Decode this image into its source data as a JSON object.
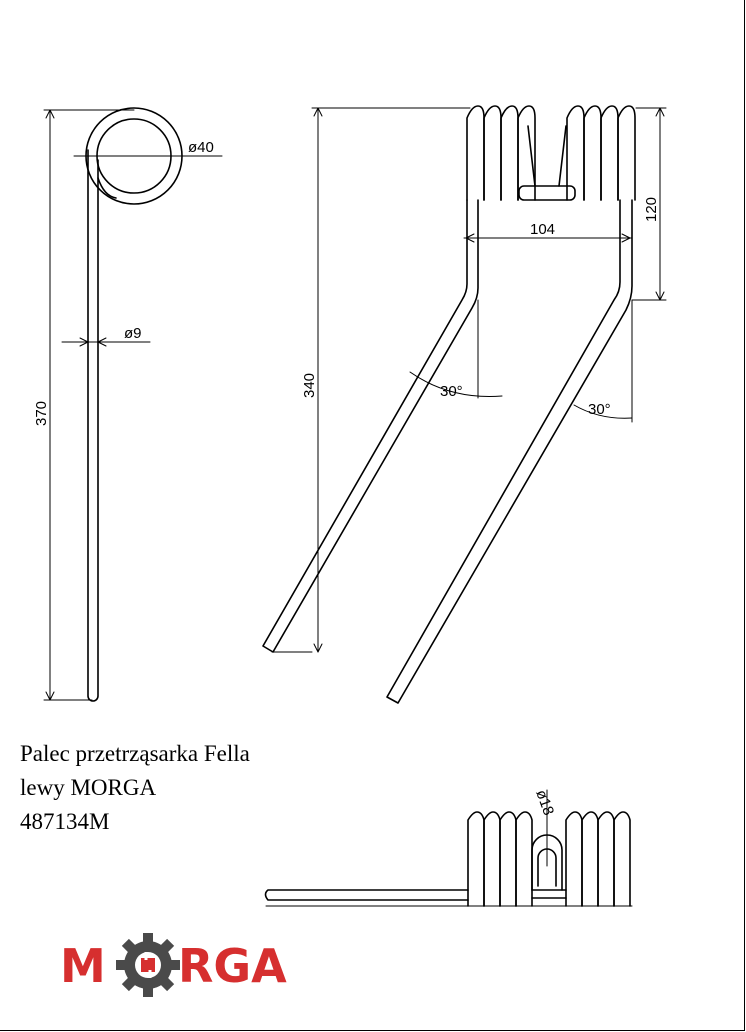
{
  "dimensions": {
    "eye_diameter": "ø40",
    "wire_diameter": "ø9",
    "total_length": "370",
    "tine_length": "340",
    "coil_height": "120",
    "coil_width": "104",
    "angle_left": "30°",
    "angle_right": "30°",
    "loop_diameter": "ø18"
  },
  "caption": {
    "line1": "Palec przetrząsarka Fella",
    "line2": "lewy  MORGA",
    "line3": "487134M"
  },
  "logo": {
    "text_left": "M",
    "text_right": "RGA",
    "red": "#d62f2f",
    "dark": "#4a4a4a"
  }
}
